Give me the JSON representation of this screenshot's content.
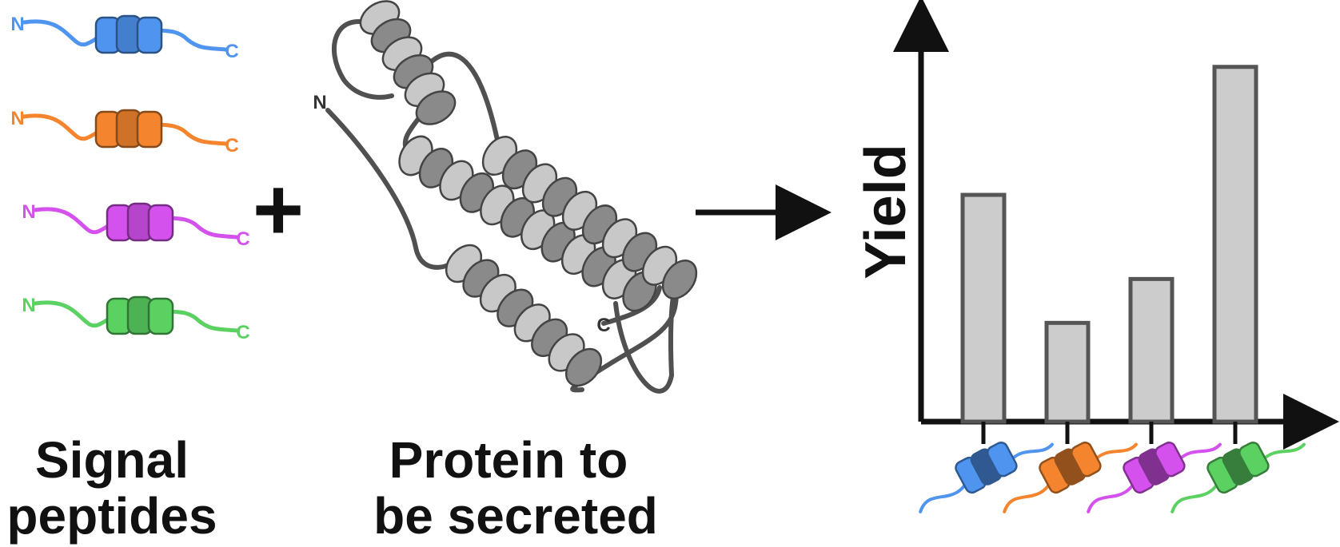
{
  "colors": {
    "blue": "#4f95f0",
    "orange": "#f4852e",
    "purple": "#d551ee",
    "green": "#5bd162",
    "bar_fill": "#cccccc",
    "bar_stroke": "#555555",
    "helix_light": "#c8c8c8",
    "helix_dark": "#8a8a8a",
    "ink": "#111111"
  },
  "signal_peptides": [
    {
      "color_key": "blue",
      "n_label": "N",
      "c_label": "C"
    },
    {
      "color_key": "orange",
      "n_label": "N",
      "c_label": "C"
    },
    {
      "color_key": "purple",
      "n_label": "N",
      "c_label": "C"
    },
    {
      "color_key": "green",
      "n_label": "N",
      "c_label": "C"
    }
  ],
  "plus_symbol": "+",
  "protein": {
    "n_label": "N",
    "c_label": "C"
  },
  "labels": {
    "signal_line1": "Signal",
    "signal_line2": "peptides",
    "protein_line1": "Protein to",
    "protein_line2": "be secreted"
  },
  "chart_data": {
    "type": "bar",
    "ylabel": "Yield",
    "categories": [
      "blue signal peptide",
      "orange signal peptide",
      "purple signal peptide",
      "green signal peptide"
    ],
    "category_colors": [
      "blue",
      "orange",
      "purple",
      "green"
    ],
    "values": [
      0.62,
      0.27,
      0.39,
      0.97
    ],
    "ylim": [
      0,
      1
    ]
  }
}
